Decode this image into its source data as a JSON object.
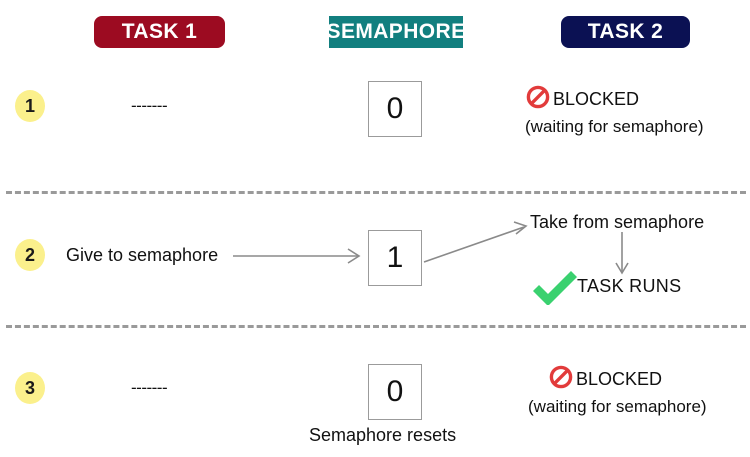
{
  "columns": {
    "task1": "TASK 1",
    "semaphore": "SEMAPHORE",
    "task2": "TASK 2"
  },
  "colors": {
    "task1_badge": "#9c0b21",
    "semaphore_badge": "#127f7f",
    "task2_badge": "#0b1153",
    "step_badge": "#fbf08c",
    "blocked_icon": "#e23b3b",
    "check_icon": "#3ad16f",
    "arrow": "#8a8a8a",
    "divider": "#9a9a9a"
  },
  "rows": [
    {
      "step": "1",
      "task1_text": "-------",
      "semaphore_value": "0",
      "semaphore_caption": "",
      "task2_status": "BLOCKED",
      "task2_note": "(waiting for semaphore)",
      "task2_icon": "no-entry-icon"
    },
    {
      "step": "2",
      "task1_text": "Give to semaphore",
      "semaphore_value": "1",
      "semaphore_caption": "",
      "task2_take_label": "Take from semaphore",
      "task2_status": "TASK RUNS",
      "task2_icon": "check-icon"
    },
    {
      "step": "3",
      "task1_text": "-------",
      "semaphore_value": "0",
      "semaphore_caption": "Semaphore resets",
      "task2_status": "BLOCKED",
      "task2_note": "(waiting for semaphore)",
      "task2_icon": "no-entry-icon"
    }
  ]
}
